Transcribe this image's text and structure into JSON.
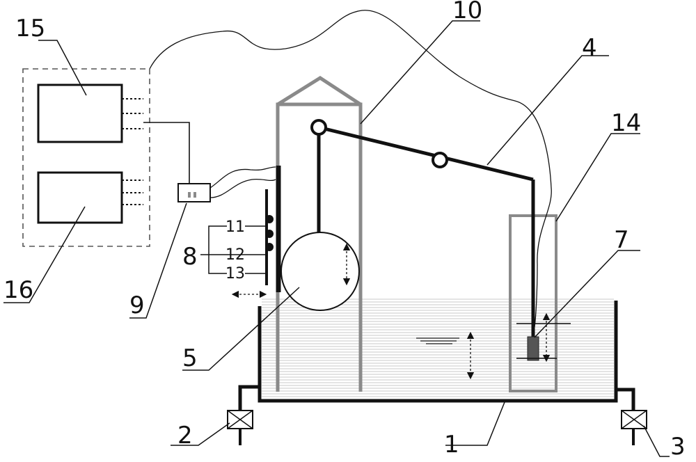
{
  "labels": {
    "l1": "1",
    "l2": "2",
    "l3": "3",
    "l4": "4",
    "l5": "5",
    "l7": "7",
    "l8": "8",
    "l9": "9",
    "l10": "10",
    "l11": "11",
    "l12": "12",
    "l13": "13",
    "l14": "14",
    "l15": "15",
    "l16": "16"
  },
  "colors": {
    "line": "#111111",
    "gray": "#8a8a8a",
    "water": "#c9c9c9",
    "sensor": "#555555",
    "dashed": "#555555"
  }
}
